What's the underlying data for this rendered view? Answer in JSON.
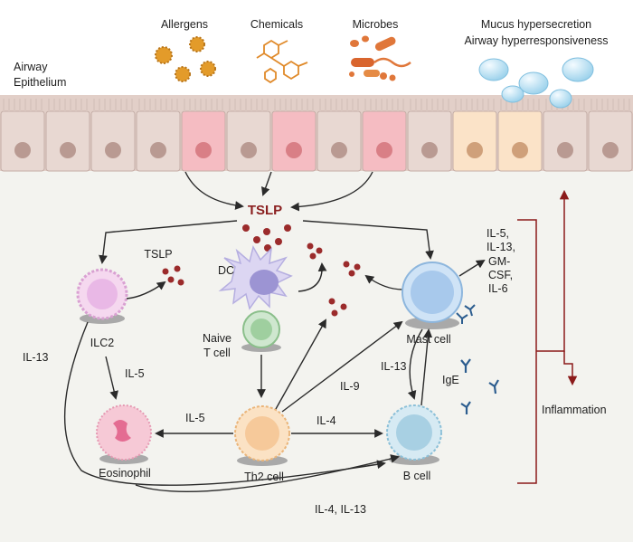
{
  "epithelium_label": [
    "Airway",
    "Epithelium"
  ],
  "triggers": {
    "allergens": "Allergens",
    "chemicals": "Chemicals",
    "microbes": "Microbes"
  },
  "outcome": [
    "Mucus hypersecretion",
    "Airway hyperresponsiveness"
  ],
  "tslp_main": "TSLP",
  "tslp_small": "TSLP",
  "cells": {
    "dc": "DC",
    "ilc2": "ILC2",
    "naive_t": [
      "Naive",
      "T cell"
    ],
    "mast": "Mast cell",
    "th2": "Th2 cell",
    "eosinophil": "Eosinophil",
    "b_cell": "B cell"
  },
  "cytokines": {
    "il13_left": "IL-13",
    "il5_down": "IL-5",
    "il5_left": "IL-5",
    "il4": "IL-4",
    "il9": "IL-9",
    "il13_mast": "IL-13",
    "ige": "IgE",
    "il4_il13": "IL-4, IL-13",
    "mast_products": [
      "IL-5,",
      "IL-13,",
      "GM-",
      "CSF,",
      "IL-6"
    ]
  },
  "inflammation": "Inflammation",
  "colors": {
    "tslp_dot": "#9b2b2b",
    "arrow": "#2a2a2a",
    "inflammation_line": "#8b1a1a",
    "epithelial_cell": "#e8d8d2",
    "activated_cell": "#f5bcc2",
    "goblet_cell": "#fbe3c8"
  }
}
